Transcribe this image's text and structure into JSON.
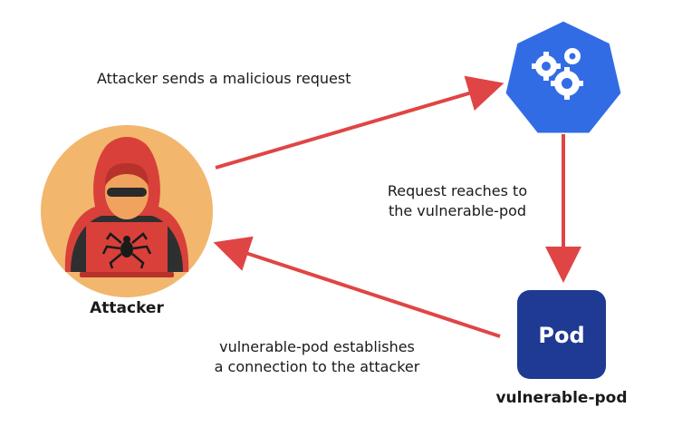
{
  "diagram": {
    "edges": [
      {
        "label": "Attacker sends a malicious request"
      },
      {
        "label_lines": [
          "Request reaches to",
          "the vulnerable-pod"
        ]
      },
      {
        "label_lines": [
          "vulnerable-pod establishes",
          "a connection to the attacker"
        ]
      }
    ],
    "nodes": {
      "attacker": {
        "label": "Attacker"
      },
      "pod": {
        "badge": "Pod",
        "label": "vulnerable-pod"
      }
    },
    "colors": {
      "arrow": "#e04545",
      "kubernetes": "#326ce5",
      "pod": "#1f3a93",
      "attacker_bg": "#f2b66d",
      "hood": "#d9403a",
      "laptop": "#d9403a"
    },
    "icons": [
      "hacker-avatar-icon",
      "spider-icon",
      "kubernetes-icon",
      "gear-icon",
      "pod-icon"
    ]
  }
}
